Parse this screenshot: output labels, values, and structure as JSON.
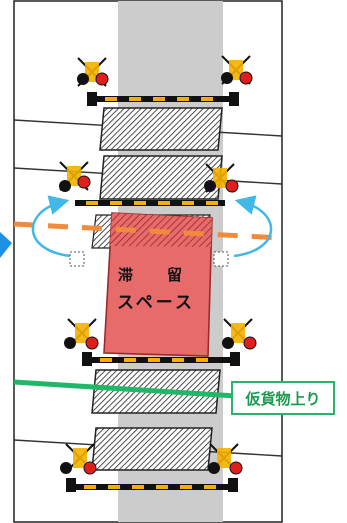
{
  "diagram": {
    "stopping_space_lines": [
      "滞留",
      "スペース"
    ],
    "track_label": "仮貨物上り",
    "colors": {
      "road": "#cccccc",
      "stop_zone": "#e86b6b",
      "stop_zone_border": "#a02828",
      "green_track": "#20b868",
      "orange_dashes": "#f08a3c",
      "arrow": "#40b8e8",
      "pointer": "#1e90e6",
      "barrier_yellow": "#f4b000"
    }
  }
}
